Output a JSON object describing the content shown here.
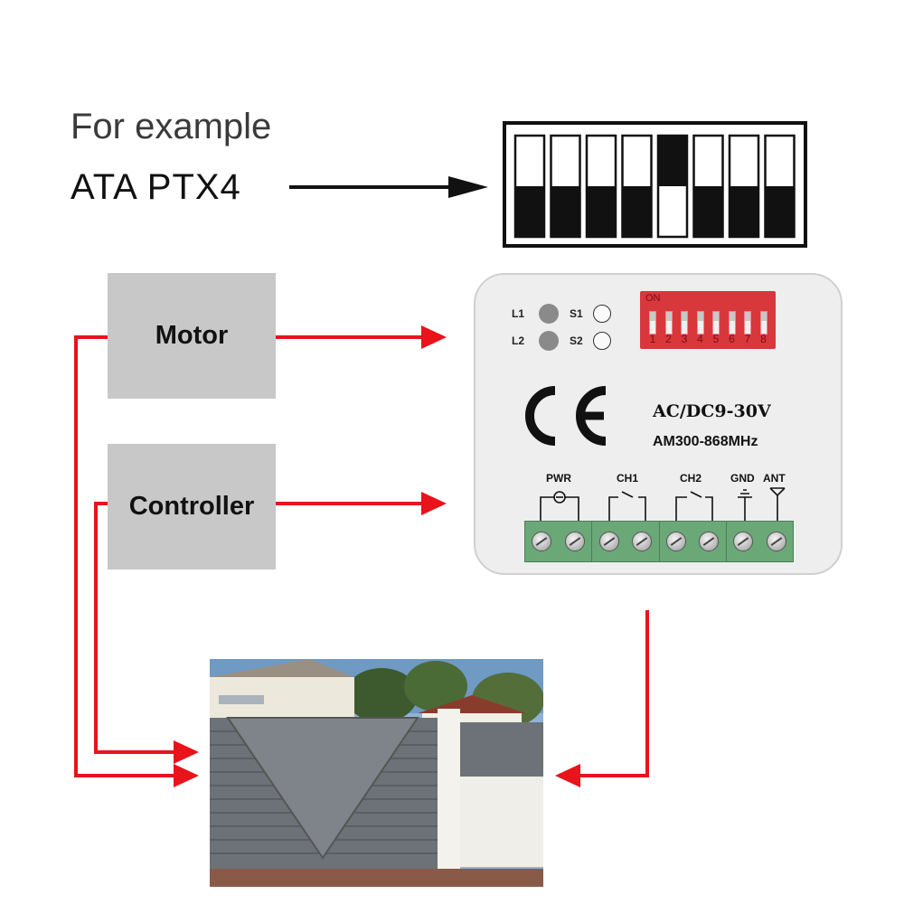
{
  "header": {
    "intro": "For example",
    "model": "ATA PTX4"
  },
  "dip_pattern": {
    "switches": [
      "down",
      "down",
      "down",
      "down",
      "up",
      "down",
      "down",
      "down"
    ]
  },
  "blocks": {
    "motor": "Motor",
    "controller": "Controller"
  },
  "receiver": {
    "led1": "L1",
    "led2": "L2",
    "button1": "S1",
    "button2": "S2",
    "dip_on": "ON",
    "dip_numbers": [
      "1",
      "2",
      "3",
      "4",
      "5",
      "6",
      "7",
      "8"
    ],
    "ce_mark": "CE",
    "voltage": "AC/DC9-30V",
    "frequency": "AM300-868MHz",
    "terminals": {
      "pwr": "PWR",
      "ch1": "CH1",
      "ch2": "CH2",
      "gnd": "GND",
      "ant": "ANT"
    }
  },
  "colors": {
    "arrow_red": "#e8131b",
    "box_gray": "#c8c8c8",
    "terminal_green": "#6aa877",
    "dip_red": "#d8373c"
  }
}
